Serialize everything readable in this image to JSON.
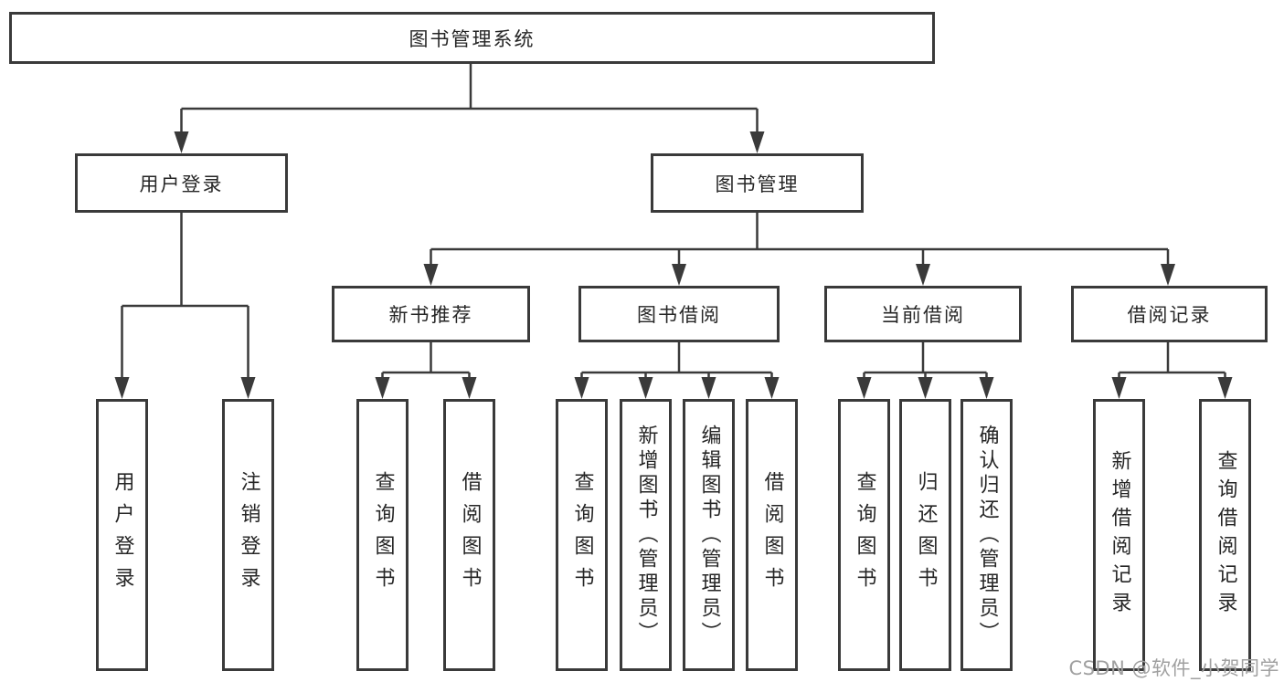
{
  "colors": {
    "line": "#3a3a3a",
    "text": "#262626",
    "watermark": "#a0a0a0"
  },
  "tree": {
    "root": "图书管理系统",
    "branches": [
      {
        "label": "用户登录",
        "children": [
          "用户登录",
          "注销登录"
        ]
      },
      {
        "label": "图书管理",
        "sections": [
          {
            "label": "新书推荐",
            "children": [
              "查询图书",
              "借阅图书"
            ]
          },
          {
            "label": "图书借阅",
            "children": [
              "查询图书",
              "新增图书（管理员）",
              "编辑图书（管理员）",
              "借阅图书"
            ]
          },
          {
            "label": "当前借阅",
            "children": [
              "查询图书",
              "归还图书",
              "确认归还（管理员）"
            ]
          },
          {
            "label": "借阅记录",
            "children": [
              "新增借阅记录",
              "查询借阅记录"
            ]
          }
        ]
      }
    ]
  },
  "watermark": {
    "text": "CSDN @软件_小贺同学"
  }
}
